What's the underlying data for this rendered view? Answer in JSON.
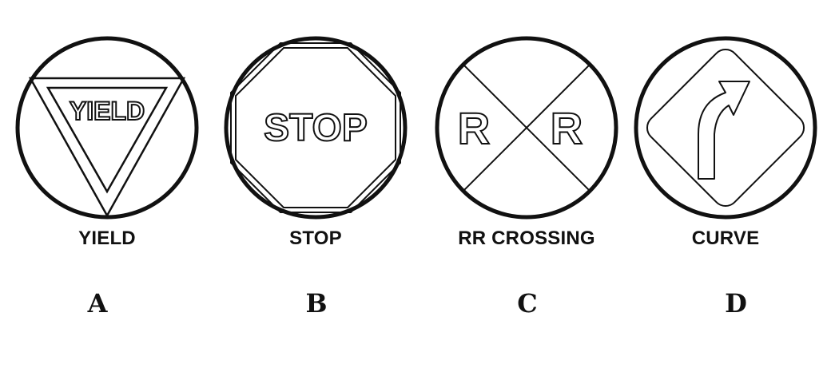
{
  "signs": [
    {
      "id": "A",
      "label": "YIELD",
      "sign_text": "YIELD"
    },
    {
      "id": "B",
      "label": "STOP",
      "sign_text": "STOP"
    },
    {
      "id": "C",
      "label": "RR CROSSING",
      "sign_text_left": "R",
      "sign_text_right": "R"
    },
    {
      "id": "D",
      "label": "CURVE",
      "icon": "curve-right-arrow-icon"
    }
  ],
  "colors": {
    "stroke": "#111111",
    "background": "#ffffff"
  }
}
